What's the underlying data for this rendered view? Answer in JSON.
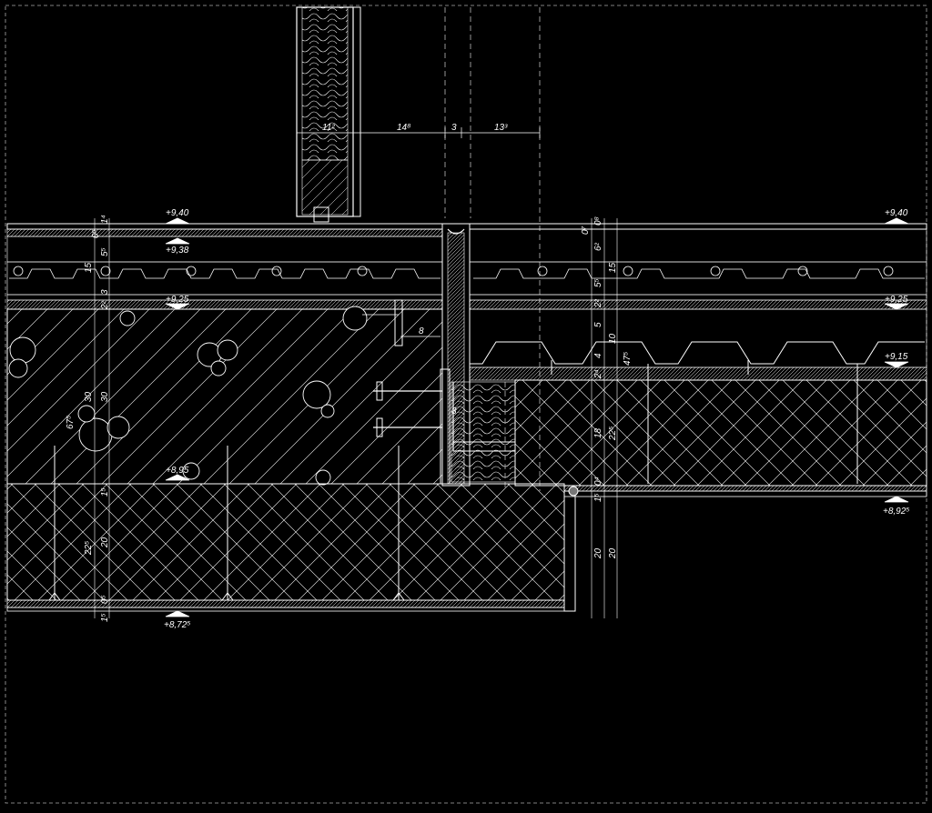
{
  "dimensions_top": [
    "11²",
    "14⁸",
    "3",
    "13³"
  ],
  "levels": {
    "l940_left": "+9,40",
    "l940_right": "+9,40",
    "l938": "+9,38",
    "l925_left": "+9,25",
    "l925_right": "+9,25",
    "l915": "+9,15",
    "l895": "+8,95",
    "l8925": "+8,92⁵",
    "l8725": "+8,72⁵"
  },
  "dims_left_v": [
    "1⁴",
    "0⁵",
    "5⁵",
    "15",
    "3",
    "2²",
    "30",
    "30",
    "67⁵",
    "1⁵",
    "22⁵",
    "20",
    "0⁵",
    "1⁵"
  ],
  "dims_right_v": [
    "0⁸",
    "0⁷",
    "6²",
    "15",
    "5⁵",
    "2²",
    "5",
    "10",
    "4",
    "47⁵",
    "2⁴",
    "18",
    "22⁵",
    "0⁴",
    "1⁵",
    "20",
    "20"
  ],
  "dims_mid": [
    "8",
    "3"
  ],
  "colors": {
    "background": "#000000",
    "line": "#ffffff",
    "dash": "#bbbbbb"
  }
}
